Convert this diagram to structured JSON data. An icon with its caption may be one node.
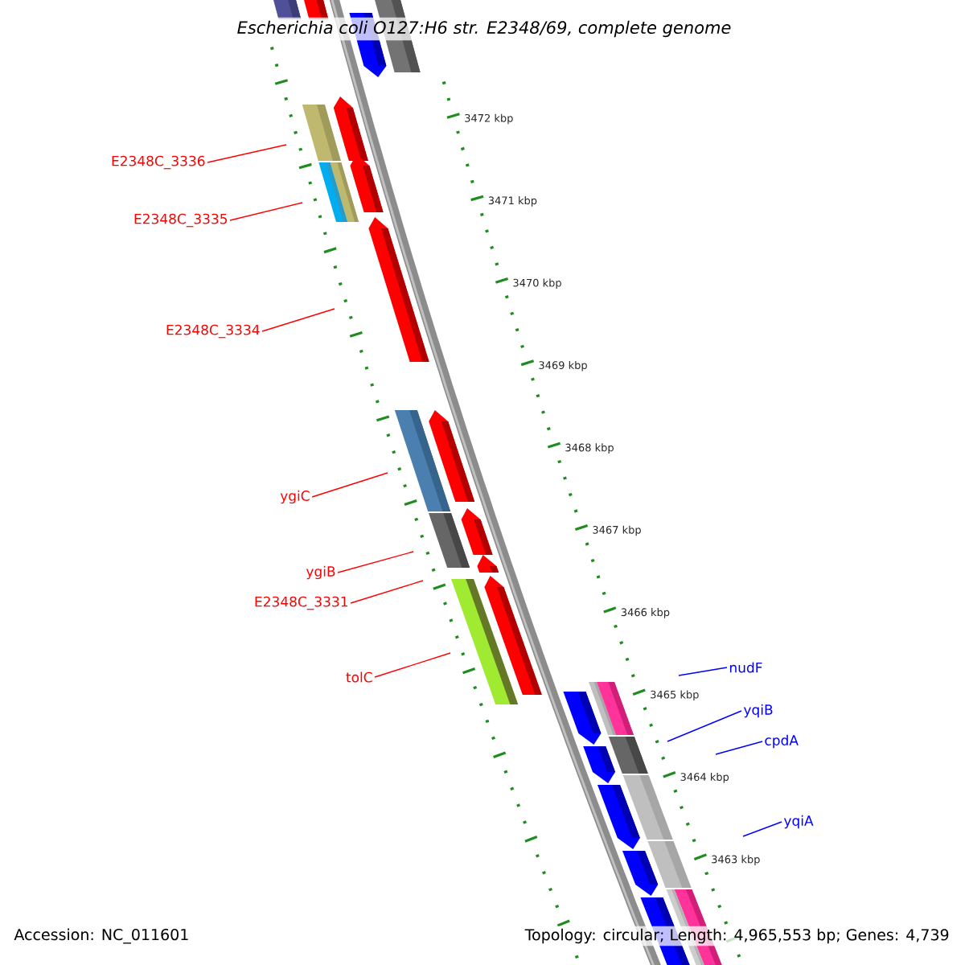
{
  "diagram": {
    "title": "Escherichia coli O127:H6 str. E2348/69, complete genome",
    "nodes": [
      {
        "text": [
          "E2348C_3336"
        ]
      },
      {
        "text": [
          "E2348C_3335"
        ]
      },
      {
        "text": [
          "E2348C_3334"
        ]
      },
      {
        "text": [
          "ygiC"
        ]
      },
      {
        "text": [
          "ygiB"
        ]
      },
      {
        "text": [
          "E2348C_3331"
        ]
      },
      {
        "text": [
          "tolC"
        ]
      },
      {
        "text": [
          "nudF"
        ]
      },
      {
        "text": [
          "yqiB"
        ]
      },
      {
        "text": [
          "cpdA"
        ]
      },
      {
        "text": [
          "yqiA"
        ]
      }
    ],
    "edges": [
      {
        "from": 0,
        "to": null,
        "arrow": "none"
      },
      {
        "from": 1,
        "to": null,
        "arrow": "none"
      },
      {
        "from": 2,
        "to": null,
        "arrow": "none"
      },
      {
        "from": 3,
        "to": null,
        "arrow": "none"
      },
      {
        "from": 4,
        "to": null,
        "arrow": "none"
      },
      {
        "from": 5,
        "to": null,
        "arrow": "none"
      },
      {
        "from": 6,
        "to": null,
        "arrow": "none"
      },
      {
        "from": 7,
        "to": null,
        "arrow": "none",
        "color": "#0000ff"
      },
      {
        "from": 8,
        "to": null,
        "arrow": "none",
        "color": "#0000ff"
      },
      {
        "from": 9,
        "to": null,
        "arrow": "none",
        "color": "#0000ff"
      },
      {
        "from": 10,
        "to": null,
        "arrow": "none",
        "color": "#0000ff"
      }
    ],
    "labels": [
      "3472 kbp",
      "3471 kbp",
      "3470 kbp",
      "3469 kbp",
      "3468 kbp",
      "3467 kbp",
      "3466 kbp",
      "3465 kbp",
      "3464 kbp",
      "3463 kbp",
      "Accession: NC_011601",
      "Topology: circular; Length: 4,965,553 bp; Genes: 4,739"
    ]
  }
}
